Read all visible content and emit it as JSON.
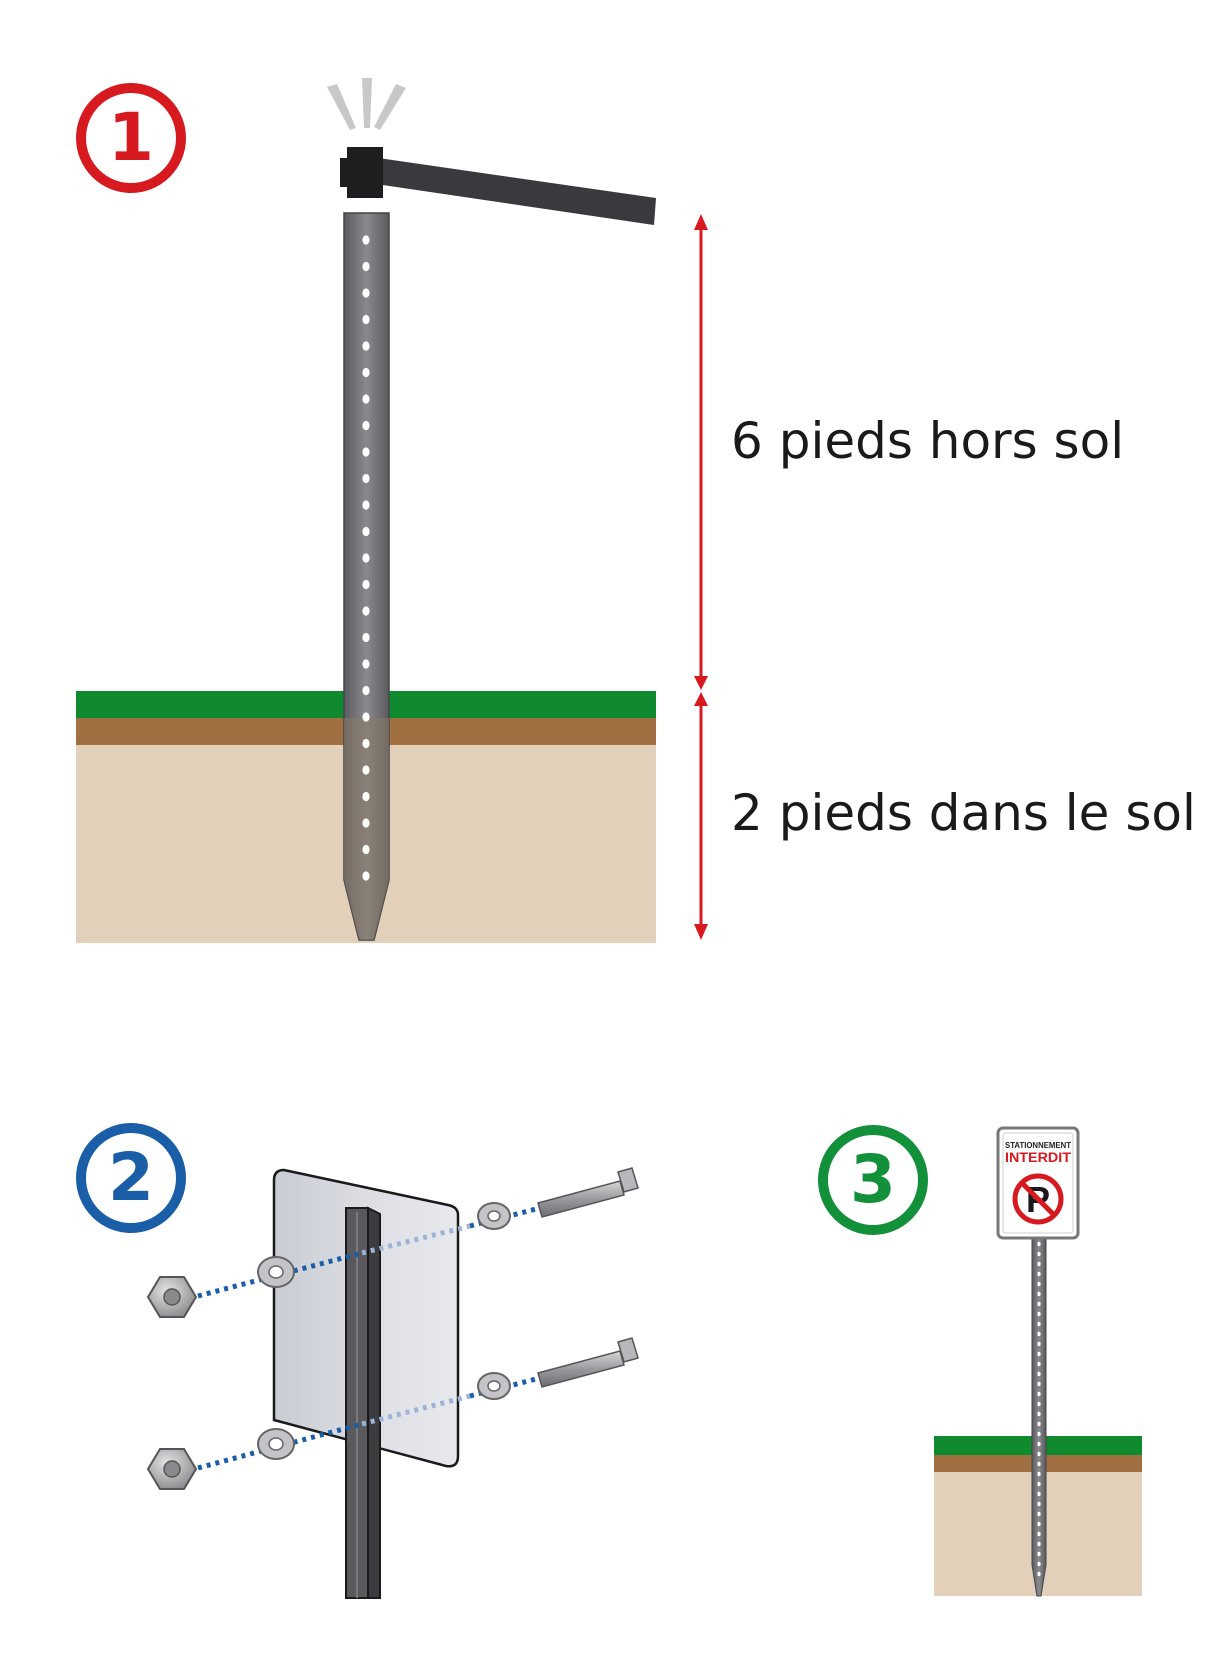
{
  "steps": {
    "step1": {
      "number": "1",
      "color": "#d71920"
    },
    "step2": {
      "number": "2",
      "color": "#1a5ea8"
    },
    "step3": {
      "number": "3",
      "color": "#13903a"
    }
  },
  "labels": {
    "above_ground": "6 pieds hors sol",
    "below_ground": "2 pieds dans le sol"
  },
  "sign": {
    "line1": "STATIONNEMENT",
    "line2": "INTERDIT",
    "symbol": "P"
  },
  "colors": {
    "grass": "#0f8a2e",
    "topsoil": "#a06f42",
    "soil": "#e2d0ba",
    "post": "#6e6e72",
    "arrow": "#d71920",
    "hammer": "#3a3a3e",
    "dotted": "#1a5ea8"
  },
  "icons": {
    "hammer": "hammer-icon",
    "bolt": "bolt-icon",
    "nut": "nut-icon",
    "washer": "washer-icon",
    "no-parking": "no-parking-icon"
  }
}
